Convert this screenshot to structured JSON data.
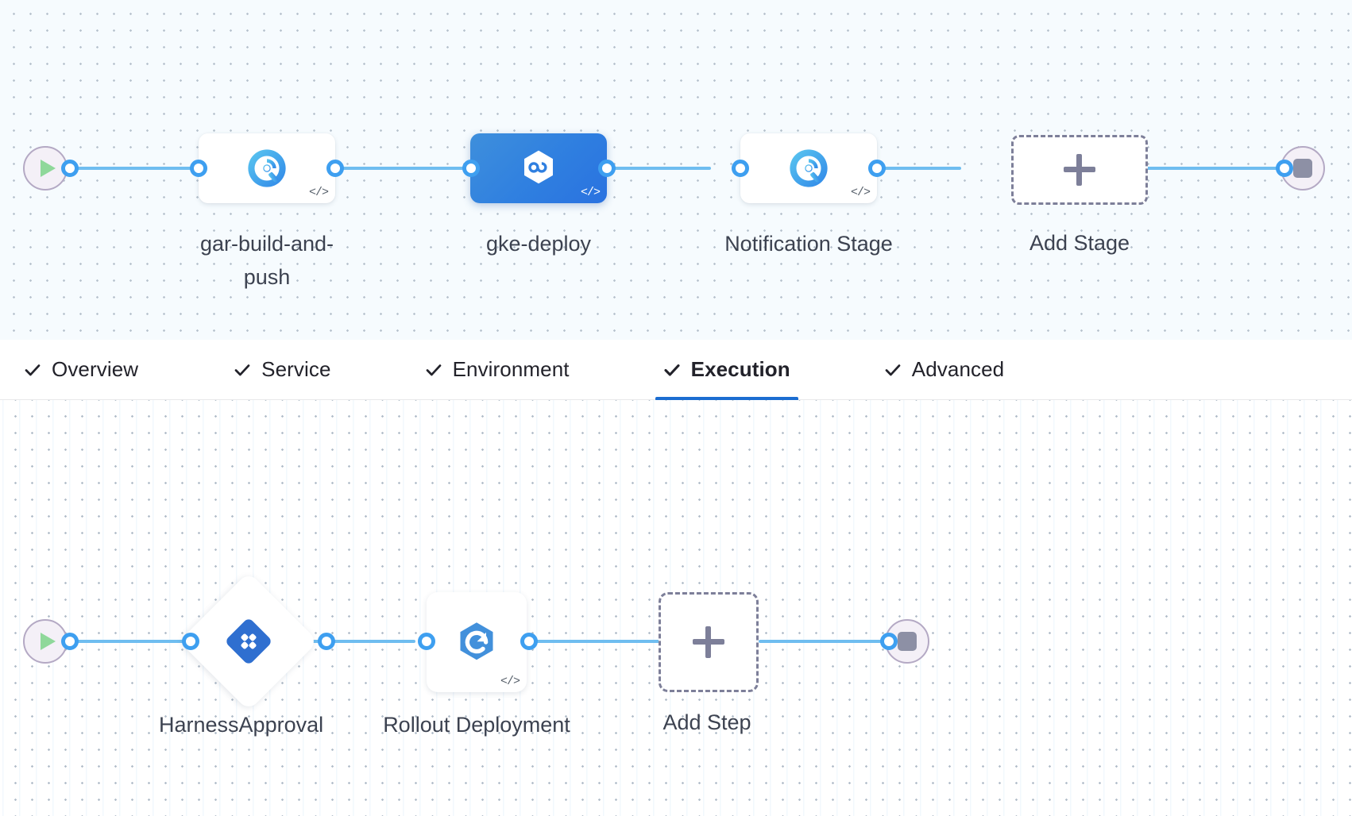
{
  "stage_canvas": {
    "name": "pipeline-stage-graph",
    "start_node": {
      "icon": "play-icon"
    },
    "end_node": {
      "icon": "stop-icon"
    },
    "stages": [
      {
        "id": "gar-build-and-push",
        "label": "gar-build-and-push",
        "icon": "harness-ci-build-icon",
        "badge": "</>",
        "selected": false
      },
      {
        "id": "gke-deploy",
        "label": "gke-deploy",
        "icon": "harness-cd-deploy-icon",
        "badge": "</>",
        "selected": true
      },
      {
        "id": "notification-stage",
        "label": "Notification Stage",
        "icon": "harness-ci-build-icon",
        "badge": "</>",
        "selected": false
      }
    ],
    "add_stage": {
      "label": "Add Stage",
      "icon": "plus-icon"
    }
  },
  "tabs": {
    "name": "stage-setup-tabs",
    "items": [
      {
        "id": "overview",
        "label": "Overview",
        "icon": "check-icon",
        "active": false
      },
      {
        "id": "service",
        "label": "Service",
        "icon": "check-icon",
        "active": false
      },
      {
        "id": "environment",
        "label": "Environment",
        "icon": "check-icon",
        "active": false
      },
      {
        "id": "execution",
        "label": "Execution",
        "icon": "check-icon",
        "active": true
      },
      {
        "id": "advanced",
        "label": "Advanced",
        "icon": "check-icon",
        "active": false
      }
    ],
    "active_underline_color": "#1b6dd1"
  },
  "step_canvas": {
    "name": "execution-step-graph",
    "start_node": {
      "icon": "play-icon"
    },
    "end_node": {
      "icon": "stop-icon"
    },
    "steps": [
      {
        "id": "harness-approval",
        "label": "HarnessApproval",
        "icon": "harness-approval-icon",
        "shape": "diamond"
      },
      {
        "id": "rollout-deployment",
        "label": "Rollout Deployment",
        "icon": "rollout-deployment-icon",
        "badge": "</>",
        "shape": "square"
      }
    ],
    "add_step": {
      "label": "Add Step",
      "icon": "plus-icon"
    }
  },
  "colors": {
    "connector": "#6fbdf0",
    "port_ring": "#3e9ff0",
    "selected_stage": "#2f7fe0",
    "active_tab": "#1b6dd1",
    "endpoint_bg": "#f4f0f7",
    "play": "#8fd89a",
    "stop": "#8d90a5"
  }
}
